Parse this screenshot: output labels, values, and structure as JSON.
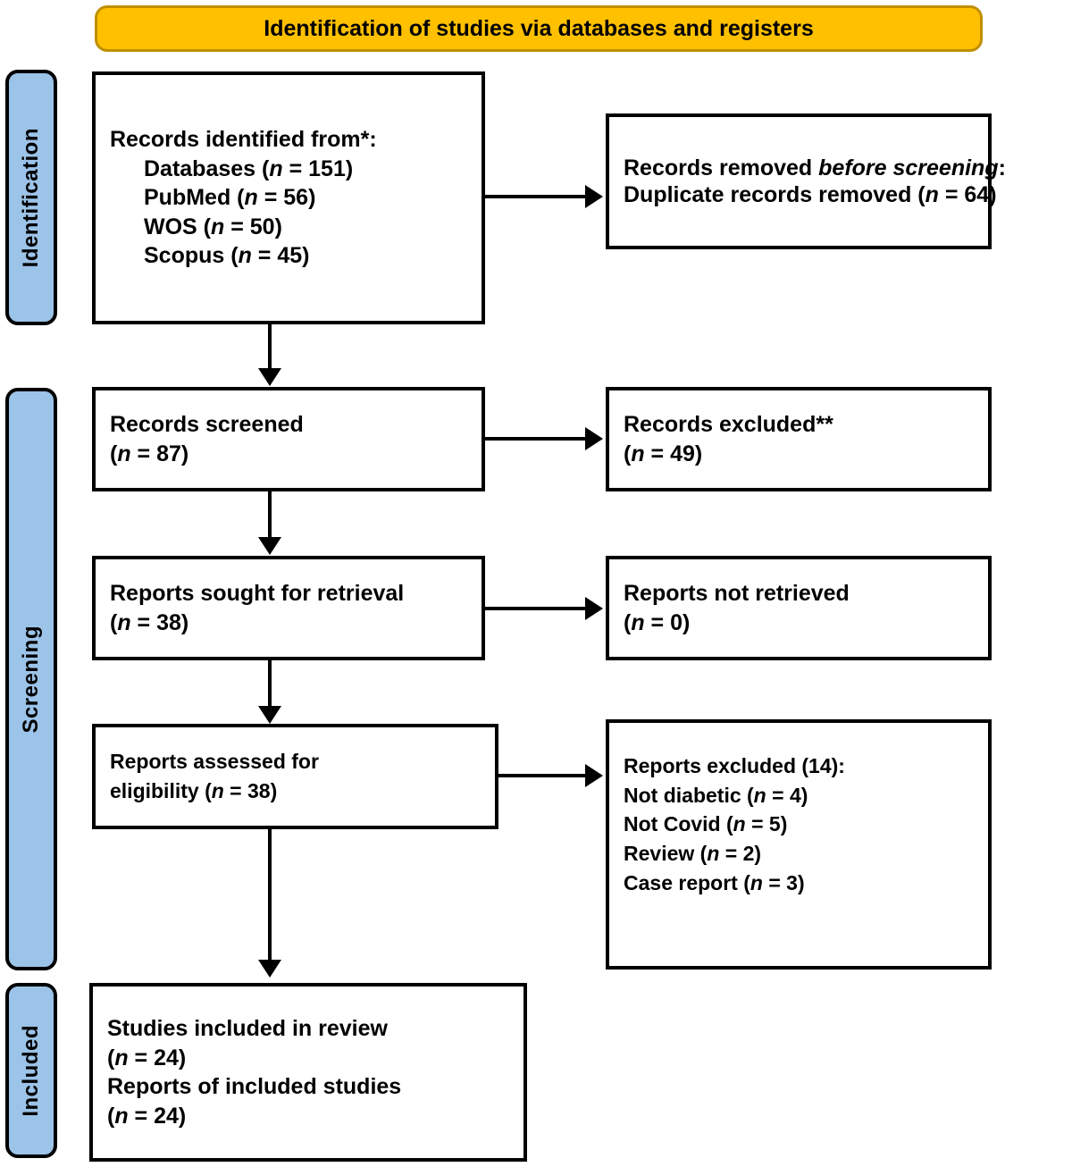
{
  "banner": {
    "title": "Identification of studies via databases and registers"
  },
  "stages": [
    {
      "id": "identification",
      "label": "Identification"
    },
    {
      "id": "screening",
      "label": "Screening"
    },
    {
      "id": "included",
      "label": "Included"
    }
  ],
  "boxes": {
    "records_identified": {
      "l1": "Records identified from*:",
      "l2_label": "Databases (",
      "l2_n": "n",
      "l2_val": " = 151)",
      "l3_label": "PubMed (",
      "l3_n": "n",
      "l3_val": " = 56)",
      "l4_label": "WOS (",
      "l4_n": "n",
      "l4_val": " = 50)",
      "l5_label": "Scopus (",
      "l5_n": "n",
      "l5_val": " = 45)"
    },
    "records_removed": {
      "l1_a": "Records removed ",
      "l1_em": "before screening",
      "l1_b": ":",
      "l2_a": "Duplicate records removed (",
      "l2_n": "n",
      "l2_b": " = 64)"
    },
    "records_screened": {
      "l1": "Records screened",
      "l2_a": "(",
      "l2_n": "n",
      "l2_b": " = 87)"
    },
    "records_excluded": {
      "l1": "Records excluded**",
      "l2_a": "(",
      "l2_n": "n",
      "l2_b": " = 49)"
    },
    "reports_sought": {
      "l1": "Reports sought for retrieval",
      "l2_a": "(",
      "l2_n": "n",
      "l2_b": " = 38)"
    },
    "reports_not_retrieved": {
      "l1": "Reports not retrieved",
      "l2_a": "(",
      "l2_n": "n",
      "l2_b": " = 0)"
    },
    "reports_assessed": {
      "l1": "Reports assessed for",
      "l2_a": "eligibility (",
      "l2_n": "n",
      "l2_b": " = 38)"
    },
    "reports_excluded": {
      "l1": "Reports excluded (14):",
      "l2_a": "Not diabetic (",
      "l2_n": "n",
      "l2_b": " = 4)",
      "l3_a": "Not Covid (",
      "l3_n": "n",
      "l3_b": " = 5)",
      "l4_a": "Review (",
      "l4_n": "n",
      "l4_b": " = 2)",
      "l5_a": "Case report (",
      "l5_n": "n",
      "l5_b": " = 3)"
    },
    "studies_included": {
      "l1": "Studies included in review",
      "l2_a": "(",
      "l2_n": "n",
      "l2_b": " = 24)",
      "l3": "Reports of included studies",
      "l4_a": "(",
      "l4_n": "n",
      "l4_b": " = 24)"
    }
  },
  "colors": {
    "banner_fill": "#FFC000",
    "banner_border": "#BF8F00",
    "stage_fill": "#9CC3E8",
    "box_border": "#000000",
    "box_fill": "#FFFFFF",
    "text": "#000000"
  }
}
